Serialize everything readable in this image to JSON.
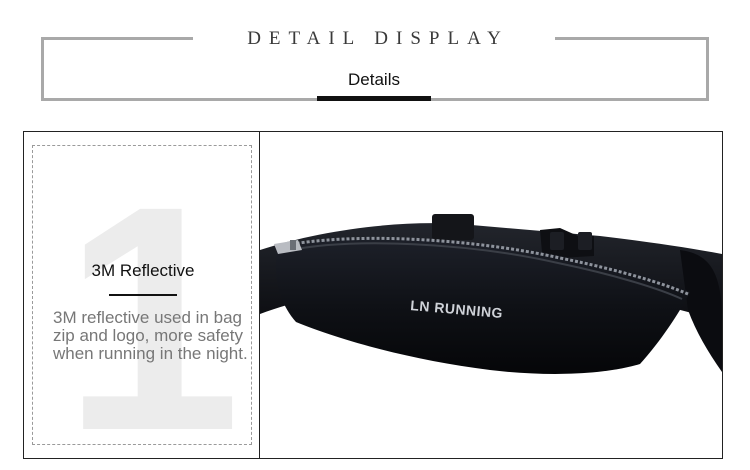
{
  "header": {
    "title": "DETAIL DISPLAY",
    "subtitle": "Details"
  },
  "feature": {
    "numeral": "1",
    "title": "3M Reflective",
    "description": "3M reflective used in bag zip and logo, more safety when running in the night."
  },
  "product": {
    "brand_text": "LN RUNNING",
    "image": "product-belt-bag-photo"
  },
  "colors": {
    "frame": "#a9a9a9",
    "text_dark": "#111111",
    "text_muted": "#777777",
    "numeral": "#ececec",
    "product": "#0f1116"
  }
}
